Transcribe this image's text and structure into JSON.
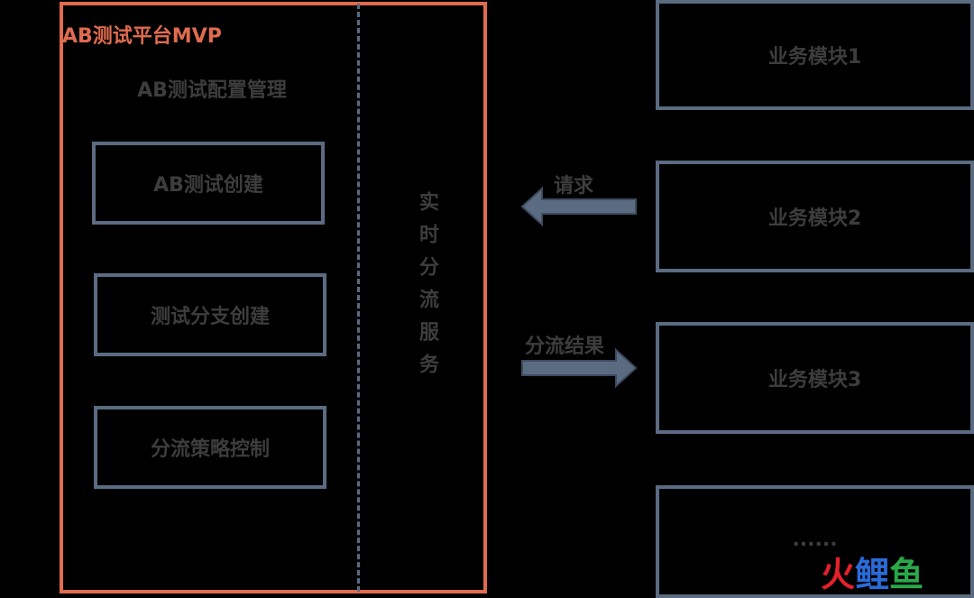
{
  "platform": {
    "title": "AB测试平台MVP",
    "config_title": "AB测试配置管理",
    "modules": [
      "AB测试创建",
      "测试分支创建",
      "分流策略控制"
    ],
    "service_label": "实时分流服务"
  },
  "business_modules": [
    "业务模块1",
    "业务模块2",
    "业务模块3",
    "......"
  ],
  "arrows": {
    "request_label": "请求",
    "result_label": "分流结果"
  },
  "watermark": {
    "chars": [
      "火",
      "鲤",
      "鱼"
    ],
    "colors": [
      "#e5202c",
      "#2a6bd8",
      "#2aa84a"
    ]
  },
  "colors": {
    "platform_border": "#e06b4f",
    "box_border": "#5a6b82",
    "text": "#3d3d3d",
    "background": "#000000"
  }
}
